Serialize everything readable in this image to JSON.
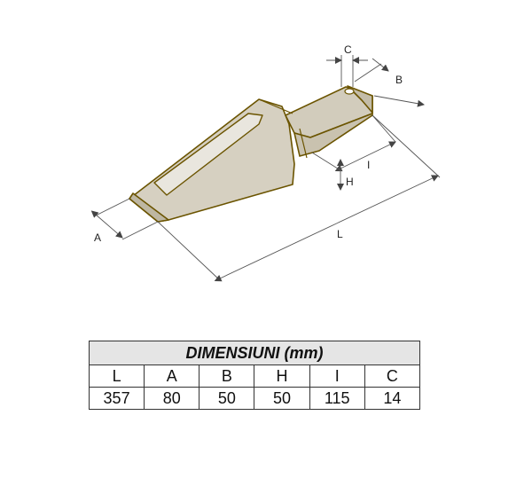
{
  "drawing": {
    "labels": {
      "C": "C",
      "B": "B",
      "I": "I",
      "H": "H",
      "A": "A",
      "L": "L"
    }
  },
  "table": {
    "title": "DIMENSIUNI (mm)",
    "headers": [
      "L",
      "A",
      "B",
      "H",
      "I",
      "C"
    ],
    "values": [
      "357",
      "80",
      "50",
      "50",
      "115",
      "14"
    ]
  }
}
